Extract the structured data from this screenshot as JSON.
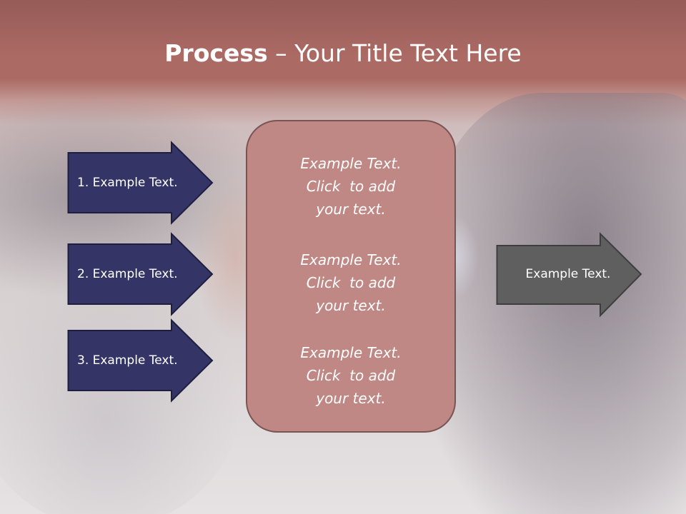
{
  "slide": {
    "title_bold": "Process",
    "title_rest": " – Your Title Text Here",
    "steps": [
      {
        "label": "1. Example Text."
      },
      {
        "label": "2. Example Text."
      },
      {
        "label": "3. Example Text."
      }
    ],
    "center_blocks": [
      {
        "lines": [
          "Example Text.",
          "Click  to add",
          "your text."
        ]
      },
      {
        "lines": [
          "Example Text.",
          "Click  to add",
          "your text."
        ]
      },
      {
        "lines": [
          "Example Text.",
          "Click  to add",
          "your text."
        ]
      }
    ],
    "output": {
      "label": "Example Text."
    }
  },
  "colors": {
    "step_arrow_fill": "#343466",
    "output_arrow_fill": "#5f5f5f",
    "center_box_fill": "#c08884",
    "header_band": "#b4706a"
  }
}
